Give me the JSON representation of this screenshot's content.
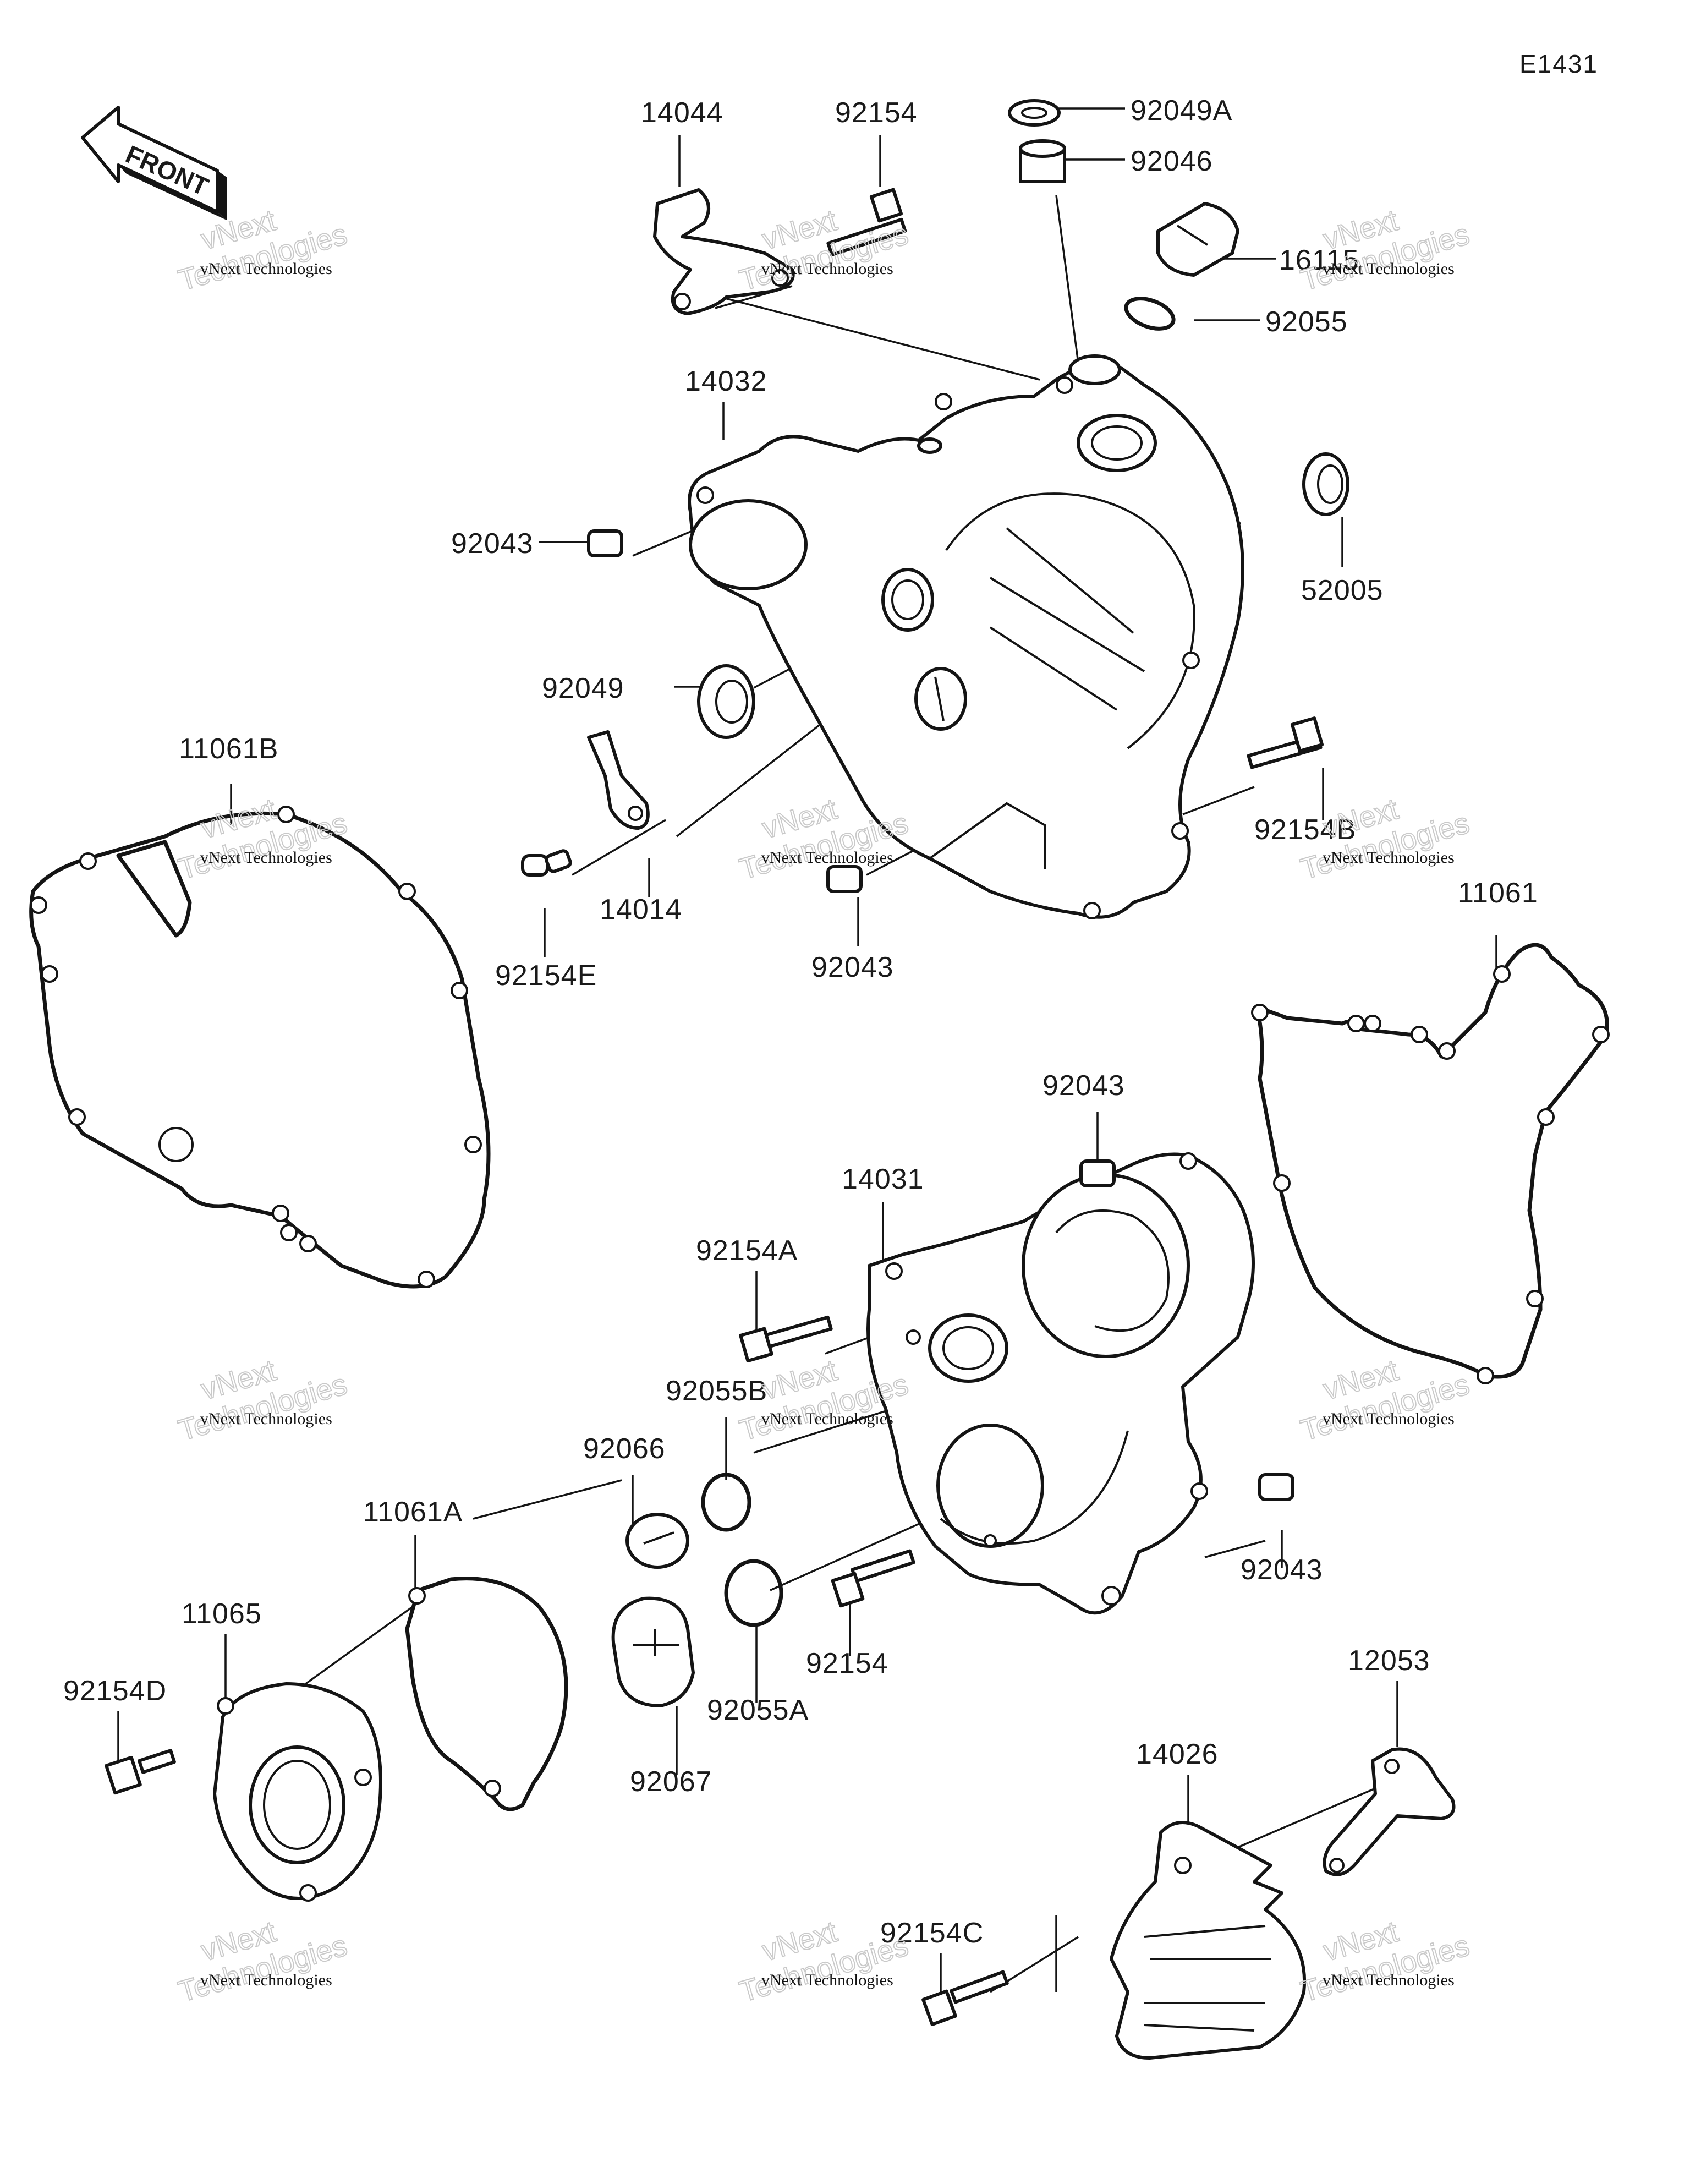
{
  "diagram": {
    "reference": "E1431",
    "front_label": "FRONT",
    "watermark_company": "vNext Technologies",
    "watermark_outline_line1": "vNext",
    "watermark_outline_line2": "Technologies",
    "parts": {
      "p14044": "14044",
      "p92154_top": "92154",
      "p92049A": "92049A",
      "p92046": "92046",
      "p16115": "16115",
      "p92055": "92055",
      "p14032": "14032",
      "p92043_a": "92043",
      "p52005": "52005",
      "p92049": "92049",
      "p11061B": "11061B",
      "p92154B": "92154B",
      "p14014": "14014",
      "p92154E": "92154E",
      "p92043_b": "92043",
      "p11061": "11061",
      "p92043_c": "92043",
      "p14031": "14031",
      "p92154A": "92154A",
      "p92055B": "92055B",
      "p92066": "92066",
      "p11061A": "11061A",
      "p92043_d": "92043",
      "p11065": "11065",
      "p92154": "92154",
      "p92055A": "92055A",
      "p92067": "92067",
      "p92154D": "92154D",
      "p12053": "12053",
      "p14026": "14026",
      "p92154C": "92154C"
    }
  }
}
